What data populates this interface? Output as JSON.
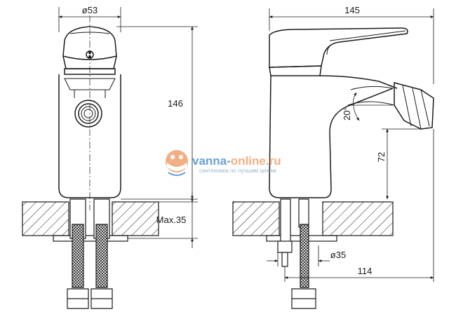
{
  "dimensions": {
    "diameter_top": "ø53",
    "width_total": "145",
    "height_total": "146",
    "spout_height": "72",
    "angle": "20°",
    "max_counter": "Max.35",
    "hole_diameter": "ø35",
    "reach": "114"
  },
  "watermark": {
    "title_prefix": "vanna-",
    "title_suffix": "online.ru",
    "subtitle": "сантехника по лучшим ценам"
  },
  "colors": {
    "line": "#1a1a1a",
    "watermark_orange": "#f0a070",
    "watermark_blue": "#4f8fd0",
    "watermark_sub": "#8aa8c8"
  }
}
